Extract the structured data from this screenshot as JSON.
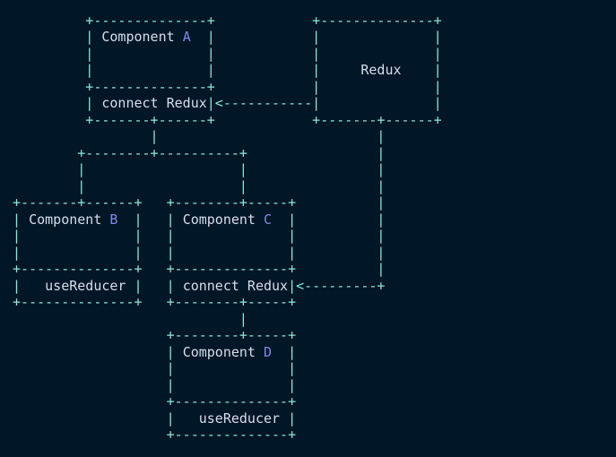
{
  "colors": {
    "background": "#011627",
    "line": "#8fe5d5",
    "text": "#d6deeb",
    "accent_letter": "#7b8ce6"
  },
  "diagram": {
    "nodes": [
      {
        "title": "Component A",
        "section": "connect Redux"
      },
      {
        "title": "Redux",
        "section": ""
      },
      {
        "title": "Component B",
        "section": "useReducer"
      },
      {
        "title": "Component C",
        "section": "connect Redux"
      },
      {
        "title": "Component D",
        "section": "useReducer"
      }
    ],
    "lines": [
      [],
      [
        [
          "          +--------------+            +--------------+",
          "g"
        ]
      ],
      [
        [
          "          | ",
          "g"
        ],
        [
          "Component",
          "t"
        ],
        [
          " ",
          "g"
        ],
        [
          "A",
          "a"
        ],
        [
          "  |            |              |",
          "g"
        ]
      ],
      [
        [
          "          |              |            |              |",
          "g"
        ]
      ],
      [
        [
          "          |              |            |     ",
          "g"
        ],
        [
          "Redux",
          "t"
        ],
        [
          "    |",
          "g"
        ]
      ],
      [
        [
          "          +--------------+            |              |",
          "g"
        ]
      ],
      [
        [
          "          | ",
          "g"
        ],
        [
          "connect Redux",
          "t"
        ],
        [
          "|<-----------|              |",
          "g"
        ]
      ],
      [
        [
          "          +-------+------+            +-------+------+",
          "g"
        ]
      ],
      [
        [
          "                  |                           |",
          "g"
        ]
      ],
      [
        [
          "         +--------+----------+                |",
          "g"
        ]
      ],
      [
        [
          "         |                   |                |",
          "g"
        ]
      ],
      [
        [
          "         |                   |                |",
          "g"
        ]
      ],
      [
        [
          " +-------+------+   +--------+-----+          |",
          "g"
        ]
      ],
      [
        [
          " | ",
          "g"
        ],
        [
          "Component",
          "t"
        ],
        [
          " ",
          "g"
        ],
        [
          "B",
          "a"
        ],
        [
          "  |   | ",
          "g"
        ],
        [
          "Component",
          "t"
        ],
        [
          " ",
          "g"
        ],
        [
          "C",
          "a"
        ],
        [
          "  |          |",
          "g"
        ]
      ],
      [
        [
          " |              |   |              |          |",
          "g"
        ]
      ],
      [
        [
          " |              |   |              |          |",
          "g"
        ]
      ],
      [
        [
          " +--------------+   +--------------+          |",
          "g"
        ]
      ],
      [
        [
          " |   ",
          "g"
        ],
        [
          "useReducer",
          "t"
        ],
        [
          " |   | ",
          "g"
        ],
        [
          "connect Redux",
          "t"
        ],
        [
          "|<---------+",
          "g"
        ]
      ],
      [
        [
          " +--------------+   +--------+-----+",
          "g"
        ]
      ],
      [
        [
          "                             |",
          "g"
        ]
      ],
      [
        [
          "                    +--------+-----+",
          "g"
        ]
      ],
      [
        [
          "                    | ",
          "g"
        ],
        [
          "Component",
          "t"
        ],
        [
          " ",
          "g"
        ],
        [
          "D",
          "a"
        ],
        [
          "  |",
          "g"
        ]
      ],
      [
        [
          "                    |              |",
          "g"
        ]
      ],
      [
        [
          "                    |              |",
          "g"
        ]
      ],
      [
        [
          "                    +--------------+",
          "g"
        ]
      ],
      [
        [
          "                    |   ",
          "g"
        ],
        [
          "useReducer",
          "t"
        ],
        [
          " |",
          "g"
        ]
      ],
      [
        [
          "                    +--------------+",
          "g"
        ]
      ]
    ]
  }
}
